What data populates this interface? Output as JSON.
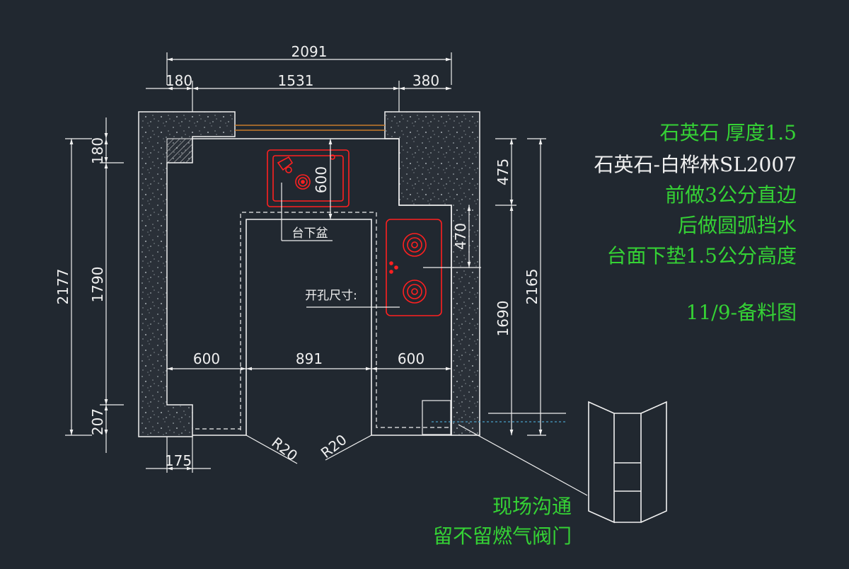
{
  "colors": {
    "background": "#212830",
    "line": "#f0f0f0",
    "note_green": "#35d235",
    "note_white": "#f0f0f0",
    "fixture_red": "#ff2020",
    "pipe_orange": "#c87a2a"
  },
  "dimensions": {
    "overall_width": "2091",
    "top_left": "180",
    "top_middle": "1531",
    "top_right": "380",
    "left_total": "2177",
    "left_top": "180",
    "left_middle": "1790",
    "left_bottom": "207",
    "sink_depth": "600",
    "stove_offset": "470",
    "right_top": "475",
    "right_middle": "1690",
    "right_total": "2165",
    "bottom_left": "600",
    "bottom_middle": "891",
    "bottom_right": "600",
    "bottom_small": "175",
    "radius_left": "R20",
    "radius_right": "R20"
  },
  "labels": {
    "undermount_sink": "台下盆",
    "cutout_size": "开孔尺寸:"
  },
  "notes": {
    "material_thickness": "石英石  厚度1.5",
    "material_name": "石英石-白桦林SL2007",
    "front_edge": "前做3公分直边",
    "back_edge": "后做圆弧挡水",
    "pad_height": "台面下垫1.5公分高度",
    "date_label": "11/9-备料图",
    "site_note_1": "现场沟通",
    "site_note_2": "留不留燃气阀门"
  }
}
